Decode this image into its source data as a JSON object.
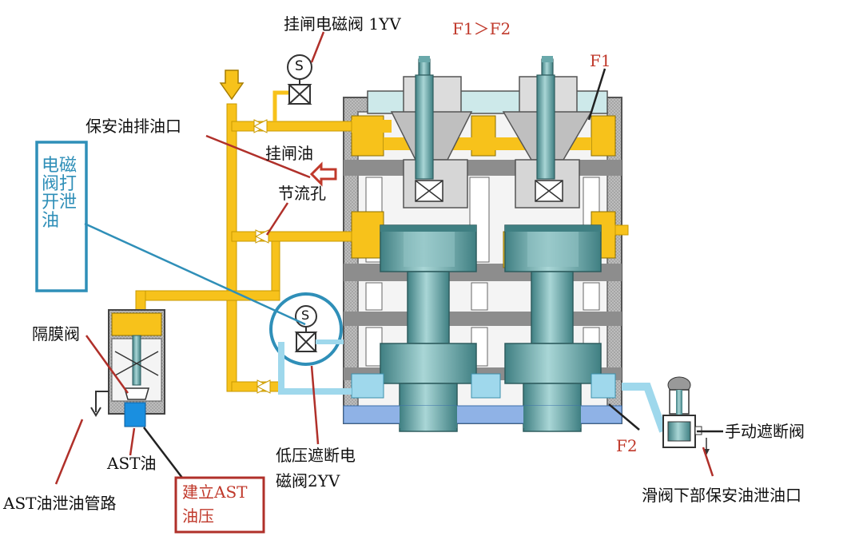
{
  "labels": {
    "trip_solenoid_1yv": "挂闸电磁阀 1YV",
    "f1_gt_f2": "F1＞F2",
    "f1": "F1",
    "f2": "F2",
    "safety_oil_drain_port": "保安油排油口",
    "trip_oil": "挂闸油",
    "throttle_hole": "节流孔",
    "solenoid_open_drain": "电磁阀打开泄油",
    "diaphragm_valve": "隔膜阀",
    "ast_oil": "AST油",
    "ast_drain_pipe": "AST油泄油管路",
    "build_ast_line1": "建立AST",
    "build_ast_line2": "油压",
    "low_pressure_solenoid_line1": "低压遮断电",
    "low_pressure_solenoid_line2": "磁阀2YV",
    "manual_trip_valve": "手动遮断阀",
    "spool_bottom_drain": "滑阀下部保安油泄油口",
    "solenoid_symbol": "S"
  },
  "colors": {
    "oil_yellow": "#f7c21b",
    "oil_light_blue": "#9fd8ec",
    "valve_body": "#e8e8e8",
    "valve_dark": "#555555",
    "steel": "#5f9ea0",
    "leader_red": "#b0302a",
    "leader_blue": "#2f8fb8"
  }
}
